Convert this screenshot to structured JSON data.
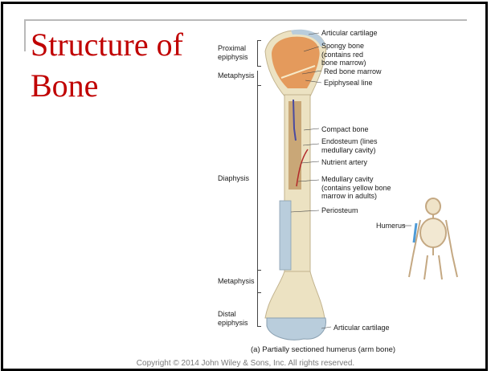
{
  "slide": {
    "title_line1": "Structure of",
    "title_line2": "Bone",
    "footer": "Copyright © 2014 John Wiley & Sons, Inc. All rights reserved."
  },
  "figure": {
    "caption": "(a) Partially sectioned humerus (arm bone)",
    "left_labels": {
      "proximal_epiphysis": "Proximal\nepiphysis",
      "metaphysis_top": "Metaphysis",
      "diaphysis": "Diaphysis",
      "metaphysis_bottom": "Metaphysis",
      "distal_epiphysis": "Distal\nepiphysis"
    },
    "right_labels": {
      "articular_cartilage_top": "Articular cartilage",
      "spongy_bone": "Spongy  bone\n(contains red\nbone marrow)",
      "red_bone_marrow": "Red bone marrow",
      "epiphyseal_line": "Epiphyseal line",
      "compact_bone": "Compact bone",
      "endosteum": "Endosteum (lines\nmedullary cavity)",
      "nutrient_artery": "Nutrient artery",
      "medullary_cavity": "Medullary cavity\n(contains yellow bone\nmarrow in adults)",
      "periosteum": "Periosteum",
      "articular_cartilage_bottom": "Articular cartilage"
    },
    "inset_label": "Humerus"
  },
  "colors": {
    "title": "#c00000",
    "bone": "#ece2c2",
    "spongy": "#e49a5c",
    "cartilage": "#b9cddc",
    "artery": "#b22a2a",
    "vein": "#4a4aa0"
  }
}
